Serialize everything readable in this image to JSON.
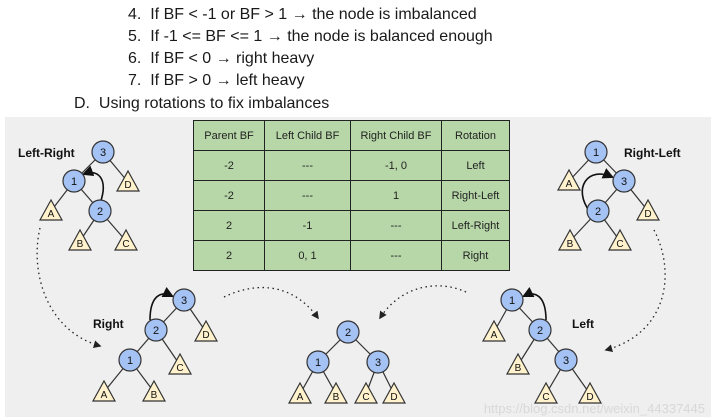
{
  "list": [
    {
      "num": "4.",
      "text": "If BF < -1 or BF > 1 → the node is imbalanced"
    },
    {
      "num": "5.",
      "text": "If -1 <= BF <= 1 → the node is balanced enough"
    },
    {
      "num": "6.",
      "text": "If BF < 0 → right heavy"
    },
    {
      "num": "7.",
      "text": "If BF > 0 → left heavy"
    }
  ],
  "section": {
    "letter": "D.",
    "text": "Using rotations to fix imbalances"
  },
  "table": {
    "headers": [
      "Parent BF",
      "Left Child BF",
      "Right Child BF",
      "Rotation"
    ],
    "rows": [
      [
        "-2",
        "---",
        "-1, 0",
        "Left"
      ],
      [
        "-2",
        "---",
        "1",
        "Right-Left"
      ],
      [
        "2",
        "-1",
        "---",
        "Left-Right"
      ],
      [
        "2",
        "0, 1",
        "---",
        "Right"
      ]
    ]
  },
  "cases": {
    "left_right": "Left-Right",
    "right_left": "Right-Left",
    "right": "Right",
    "left": "Left"
  },
  "nodes": {
    "n1": "1",
    "n2": "2",
    "n3": "3"
  },
  "subtrees": {
    "a": "A",
    "b": "B",
    "c": "C",
    "d": "D"
  },
  "colors": {
    "node_fill": "#a4c2f4",
    "subtree_fill": "#fff2cc",
    "table_fill": "#b7d7a8",
    "panel": "#efefef"
  },
  "watermark": "https://blog.csdn.net/weixin_44337445"
}
